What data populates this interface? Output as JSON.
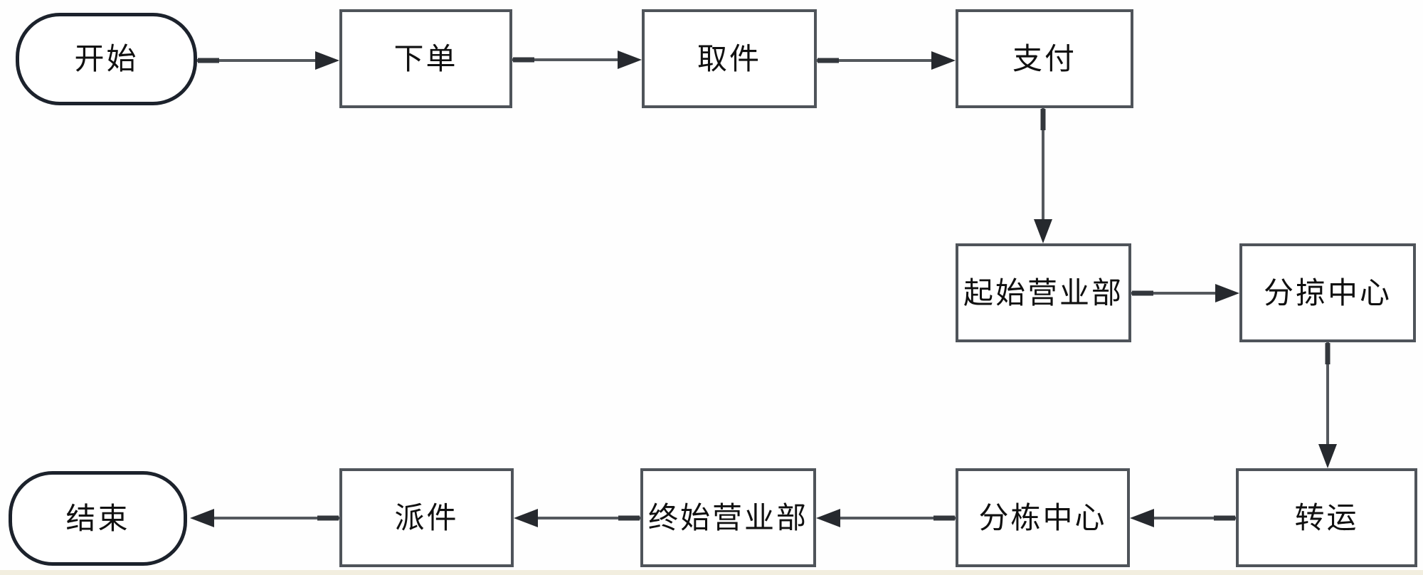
{
  "diagram": {
    "title": "express-delivery-flowchart",
    "nodes": {
      "start": {
        "label": "开始",
        "type": "terminator"
      },
      "place_order": {
        "label": "下单",
        "type": "process"
      },
      "pickup": {
        "label": "取件",
        "type": "process"
      },
      "payment": {
        "label": "支付",
        "type": "process"
      },
      "origin_branch": {
        "label": "起始营业部",
        "type": "process"
      },
      "sorting_center_origin": {
        "label": "分掠中心",
        "type": "process"
      },
      "transfer": {
        "label": "转运",
        "type": "process"
      },
      "sorting_center_dest": {
        "label": "分栋中心",
        "type": "process"
      },
      "dest_branch": {
        "label": "终始营业部",
        "type": "process"
      },
      "delivery": {
        "label": "派件",
        "type": "process"
      },
      "end": {
        "label": "结束",
        "type": "terminator"
      }
    },
    "edges": [
      {
        "from": "start",
        "to": "place_order",
        "direction": "right"
      },
      {
        "from": "place_order",
        "to": "pickup",
        "direction": "right"
      },
      {
        "from": "pickup",
        "to": "payment",
        "direction": "right"
      },
      {
        "from": "payment",
        "to": "origin_branch",
        "direction": "down"
      },
      {
        "from": "origin_branch",
        "to": "sorting_center_origin",
        "direction": "right"
      },
      {
        "from": "sorting_center_origin",
        "to": "transfer",
        "direction": "down"
      },
      {
        "from": "transfer",
        "to": "sorting_center_dest",
        "direction": "left"
      },
      {
        "from": "sorting_center_dest",
        "to": "dest_branch",
        "direction": "left"
      },
      {
        "from": "dest_branch",
        "to": "delivery",
        "direction": "left"
      },
      {
        "from": "delivery",
        "to": "end",
        "direction": "left"
      }
    ],
    "colors": {
      "process_border": "#4f545a",
      "terminator_border": "#1c222c",
      "edge_line": "#54585d",
      "edge_arrowhead": "#26292e",
      "text": "#101010",
      "background": "#fefefe"
    }
  }
}
